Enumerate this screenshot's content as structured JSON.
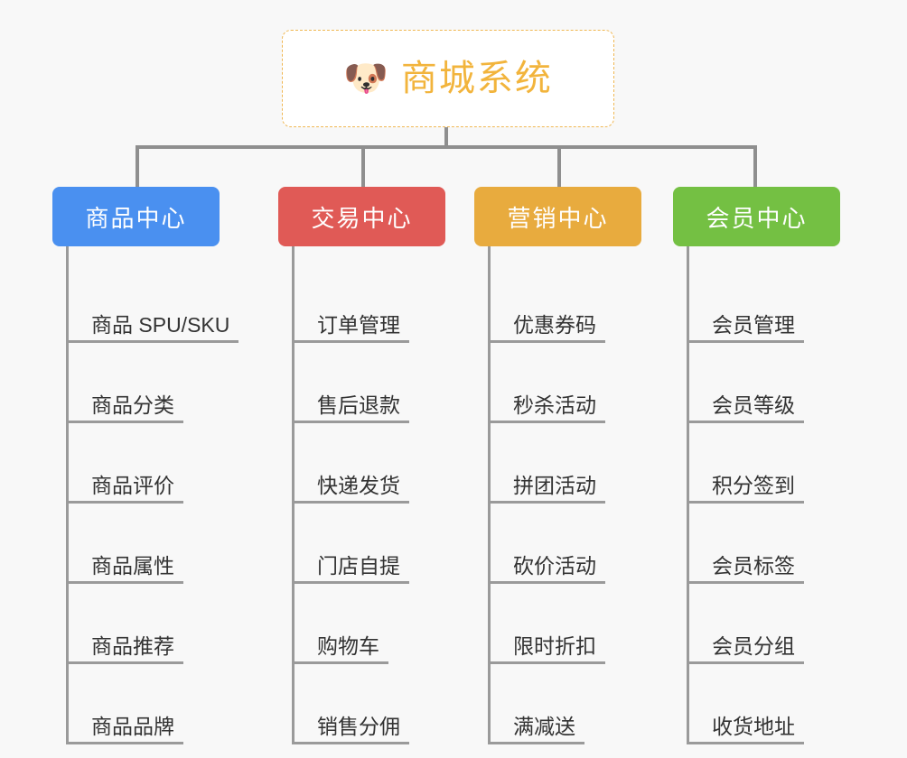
{
  "page": {
    "background_color": "#f8f8f8",
    "line_color": "#8f8f8f",
    "leaf_line_color": "#9a9a9a",
    "leaf_text_color": "#333333"
  },
  "root": {
    "icon": "shiba-dog-face-emoji",
    "icon_glyph": "🐶",
    "title": "商城系统",
    "title_color": "#f2b43c",
    "border_color": "#f0b752",
    "background_color": "#ffffff"
  },
  "columns": [
    {
      "title": "商品中心",
      "color": "#4a90f0",
      "width": 185,
      "leaves": [
        "商品 SPU/SKU",
        "商品分类",
        "商品评价",
        "商品属性",
        "商品推荐",
        "商品品牌"
      ]
    },
    {
      "title": "交易中心",
      "color": "#e05a56",
      "width": 185,
      "leaves": [
        "订单管理",
        "售后退款",
        "快递发货",
        "门店自提",
        "购物车",
        "销售分佣"
      ]
    },
    {
      "title": "营销中心",
      "color": "#e8ab3e",
      "width": 185,
      "leaves": [
        "优惠券码",
        "秒杀活动",
        "拼团活动",
        "砍价活动",
        "限时折扣",
        "满减送"
      ]
    },
    {
      "title": "会员中心",
      "color": "#74c043",
      "width": 185,
      "leaves": [
        "会员管理",
        "会员等级",
        "积分签到",
        "会员标签",
        "会员分组",
        "收货地址"
      ]
    }
  ]
}
